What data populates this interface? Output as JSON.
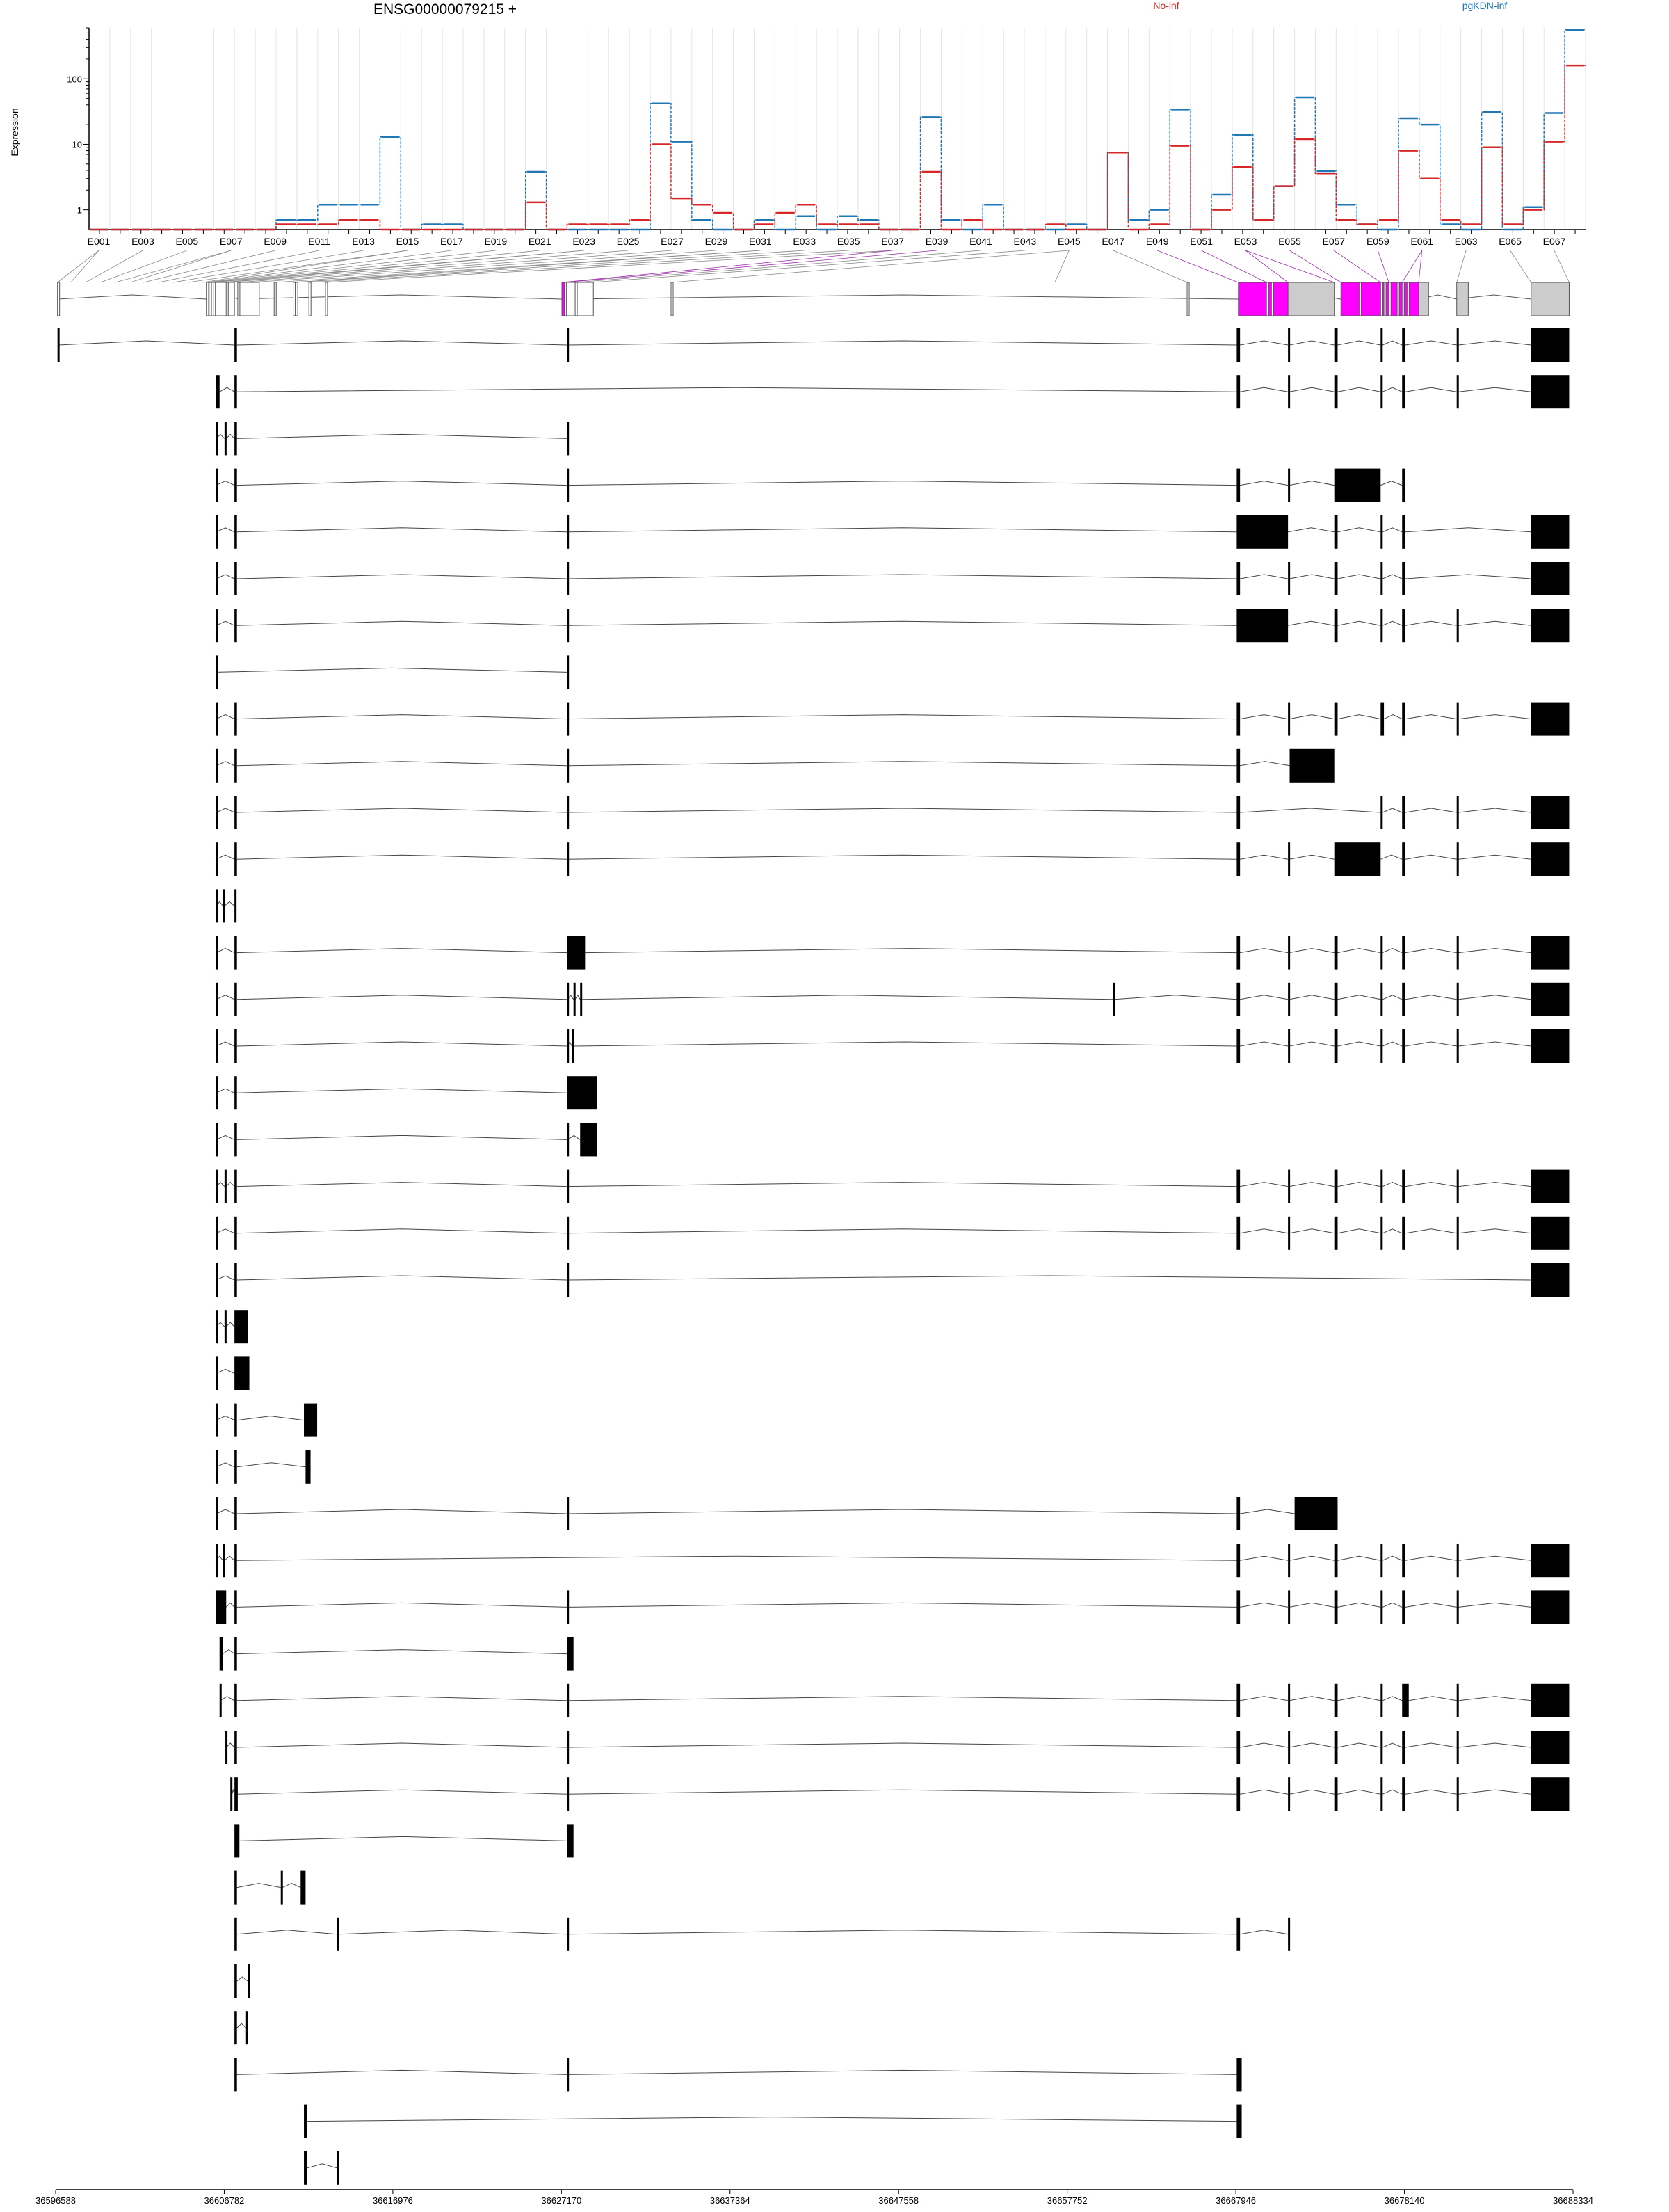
{
  "chart_data": {
    "type": "line",
    "title": "ENSG00000079215 +",
    "ylabel": "Expression",
    "yscale": "log",
    "yticks": [
      {
        "v": 1,
        "label": "1"
      },
      {
        "v": 10,
        "label": "10"
      },
      {
        "v": 100,
        "label": "100"
      }
    ],
    "ylim": [
      0.5,
      600
    ],
    "grid": true,
    "legend_placement": "top-right",
    "colors": {
      "no_inf": "#d62728",
      "pgkdn_inf": "#1f77b4",
      "highlight": "#ff00ff",
      "exon_gray": "#cccccc"
    },
    "series": [
      {
        "name": "No-inf",
        "color": "#d62728"
      },
      {
        "name": "pgKDN-inf",
        "color": "#1f77b4"
      }
    ],
    "exon_labels": [
      "E001",
      "E003",
      "E005",
      "E007",
      "E009",
      "E011",
      "E013",
      "E015",
      "E017",
      "E019",
      "E021",
      "E023",
      "E025",
      "E027",
      "E029",
      "E031",
      "E033",
      "E035",
      "E037",
      "E039",
      "E041",
      "E043",
      "E045",
      "E047",
      "E049",
      "E051",
      "E053",
      "E055",
      "E057",
      "E059",
      "E061",
      "E063",
      "E065",
      "E067"
    ],
    "no_inf": [
      0.5,
      0.5,
      0.5,
      0.5,
      0.5,
      0.5,
      0.5,
      0.5,
      0.5,
      0.6,
      0.6,
      0.6,
      0.7,
      0.7,
      0.5,
      0.5,
      0.5,
      0.5,
      0.5,
      0.5,
      0.5,
      1.3,
      0.5,
      0.6,
      0.6,
      0.6,
      0.7,
      10,
      1.5,
      1.2,
      0.9,
      0.5,
      0.6,
      0.9,
      1.2,
      0.6,
      0.6,
      0.6,
      0.5,
      0.5,
      3.8,
      0.5,
      0.7,
      0.5,
      0.5,
      0.5,
      0.6,
      0.5,
      0.5,
      7.5,
      0.5,
      0.6,
      9.5,
      0.5,
      1.0,
      4.5,
      0.7,
      2.3,
      12,
      3.6,
      0.7,
      0.6,
      0.7,
      8.0,
      3.0,
      0.7,
      0.6,
      9.0,
      0.6,
      1.0,
      11,
      160
    ],
    "pgkdn_inf": [
      0.5,
      0.5,
      0.5,
      0.5,
      0.5,
      0.5,
      0.5,
      0.5,
      0.5,
      0.7,
      0.7,
      1.2,
      1.2,
      1.2,
      13,
      0.5,
      0.6,
      0.6,
      0.5,
      0.5,
      0.5,
      3.8,
      0.5,
      0.5,
      0.5,
      0.5,
      0.5,
      42,
      11,
      0.7,
      0.5,
      0.5,
      0.7,
      0.5,
      0.8,
      0.5,
      0.8,
      0.7,
      0.5,
      0.5,
      26,
      0.7,
      0.5,
      1.2,
      0.5,
      0.5,
      0.5,
      0.6,
      0.5,
      7.5,
      0.7,
      1.0,
      34,
      0.5,
      1.7,
      14,
      0.7,
      2.3,
      52,
      3.9,
      1.2,
      0.6,
      0.5,
      25,
      20,
      0.6,
      0.5,
      31,
      0.5,
      1.1,
      30,
      560
    ],
    "genomic_ticks": [
      "36596588",
      "36606782",
      "36616976",
      "36627170",
      "36637364",
      "36647558",
      "36657752",
      "36667946",
      "36678140",
      "36688334"
    ],
    "transcripts": 40
  }
}
